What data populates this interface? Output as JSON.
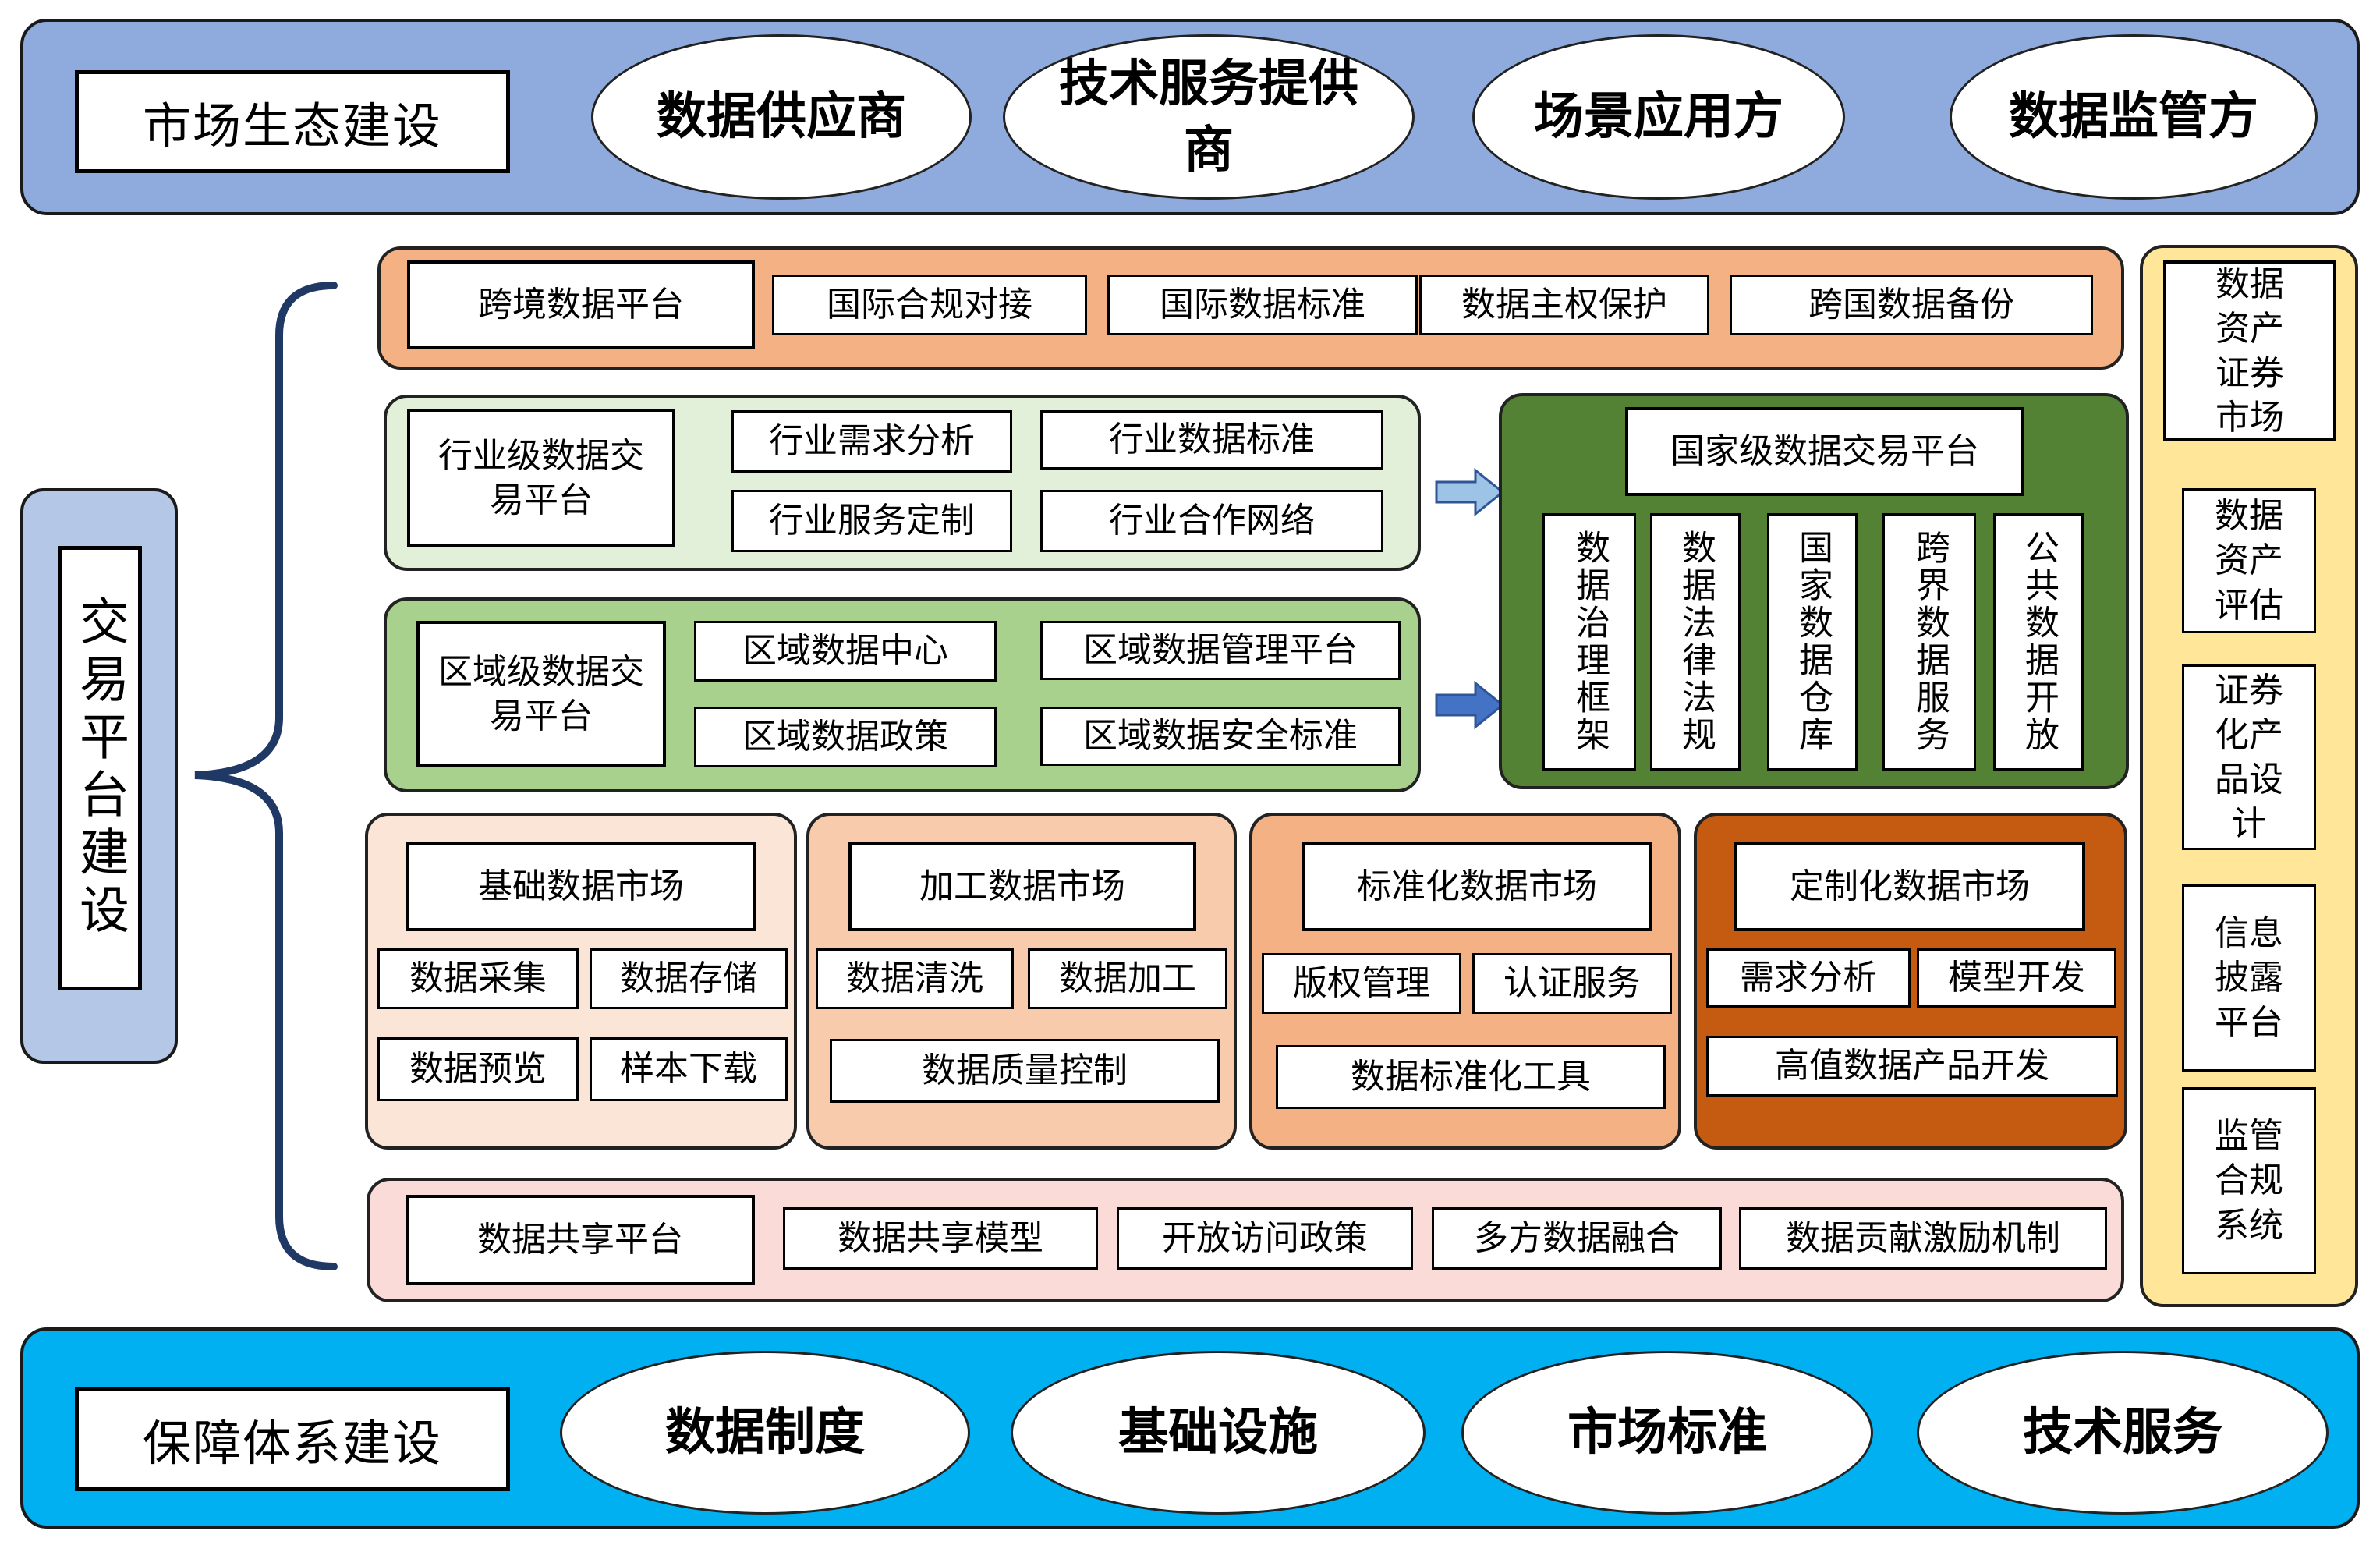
{
  "market_ecology": {
    "title": "市场生态建设",
    "items": [
      "数据供应商",
      "技术服务提供商",
      "场景应用方",
      "数据监管方"
    ]
  },
  "trading_platform": {
    "title": "交易平台建设"
  },
  "cross_border": {
    "title": "跨境数据平台",
    "items": [
      "国际合规对接",
      "国际数据标准",
      "数据主权保护",
      "跨国数据备份"
    ]
  },
  "industry": {
    "title": "行业级数据交易平台",
    "items": [
      "行业需求分析",
      "行业数据标准",
      "行业服务定制",
      "行业合作网络"
    ]
  },
  "regional": {
    "title": "区域级数据交易平台",
    "items": [
      "区域数据中心",
      "区域数据管理平台",
      "区域数据政策",
      "区域数据安全标准"
    ]
  },
  "national": {
    "title": "国家级数据交易平台",
    "items": [
      "数据治理框架",
      "数据法律法规",
      "国家数据仓库",
      "跨界数据服务",
      "公共数据开放"
    ]
  },
  "markets": [
    {
      "title": "基础数据市场",
      "items": [
        "数据采集",
        "数据存储",
        "数据预览",
        "样本下载"
      ]
    },
    {
      "title": "加工数据市场",
      "items": [
        "数据清洗",
        "数据加工",
        "数据质量控制"
      ]
    },
    {
      "title": "标准化数据市场",
      "items": [
        "版权管理",
        "认证服务",
        "数据标准化工具"
      ]
    },
    {
      "title": "定制化数据市场",
      "items": [
        "需求分析",
        "模型开发",
        "高值数据产品开发"
      ]
    }
  ],
  "sharing": {
    "title": "数据共享平台",
    "items": [
      "数据共享模型",
      "开放访问政策",
      "多方数据融合",
      "数据贡献激励机制"
    ]
  },
  "securities": {
    "items": [
      "数据资产证券市场",
      "数据资产评估",
      "证券化产品设计",
      "信息披露平台",
      "监管合规系统"
    ]
  },
  "guarantee": {
    "title": "保障体系建设",
    "items": [
      "数据制度",
      "基础设施",
      "市场标准",
      "技术服务"
    ]
  },
  "colors": {
    "top_band": "#8FAADC",
    "bottom_band": "#00B0F0",
    "left_side": "#B4C7E7",
    "cross_border": "#F4B183",
    "industry": "#E2F0D9",
    "regional": "#A9D18E",
    "national": "#548235",
    "market_basic": "#FBE5D6",
    "market_processed": "#F8CBAD",
    "market_standard": "#F4B183",
    "market_custom": "#C55A11",
    "sharing": "#FADBD8",
    "securities": "#FFE699"
  }
}
